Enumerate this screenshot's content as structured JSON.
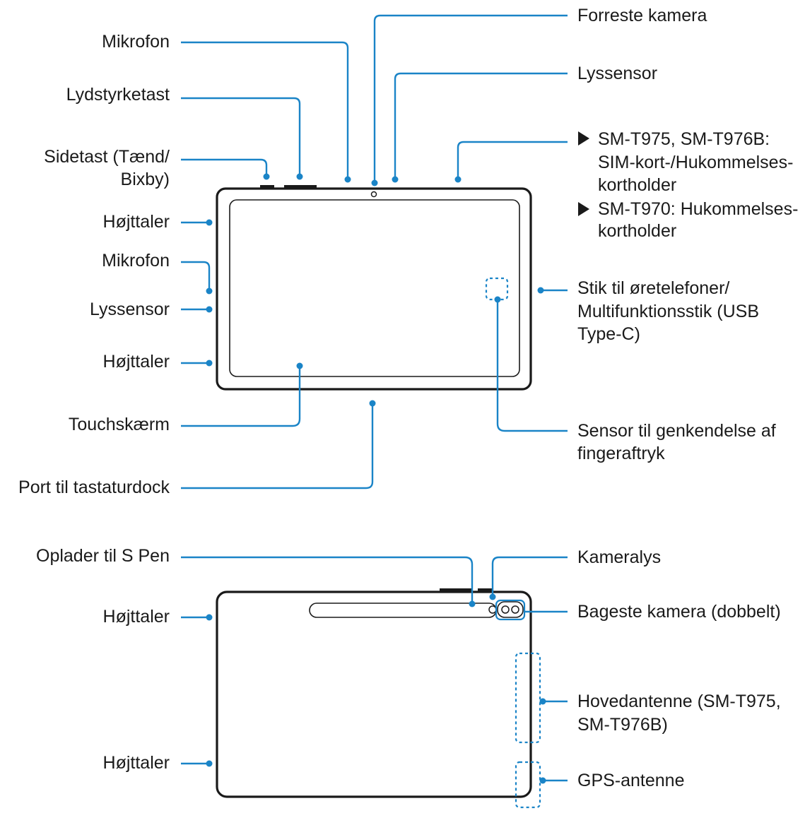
{
  "front": {
    "labels_left": {
      "mikrofon_top": "Mikrofon",
      "lydstyrketast": "Lydstyrketast",
      "sidetast_line1": "Sidetast (Tænd/",
      "sidetast_line2": "Bixby)",
      "hojttaler_top": "Højttaler",
      "mikrofon_side": "Mikrofon",
      "lyssensor_side": "Lyssensor",
      "hojttaler_bottom": "Højttaler",
      "touchskaerm": "Touchskærm",
      "port_tastaturdock": "Port til tastaturdock"
    },
    "labels_right": {
      "forreste_kamera": "Forreste kamera",
      "lyssensor_top": "Lyssensor",
      "sim_line1": "SM-T975, SM-T976B:",
      "sim_line2": "SIM-kort-/Hukommelses-",
      "sim_line3": "kortholder",
      "mem_line1": "SM-T970: Hukommelses-",
      "mem_line2": "kortholder",
      "stik_line1": "Stik til øretelefoner/",
      "stik_line2": "Multifunktionsstik (USB",
      "stik_line3": "Type-C)",
      "sensor_line1": "Sensor til genkendelse af",
      "sensor_line2": "fingeraftryk"
    }
  },
  "back": {
    "labels_left": {
      "oplader": "Oplader til S Pen",
      "hojttaler_top": "Højttaler",
      "hojttaler_bottom": "Højttaler"
    },
    "labels_right": {
      "kameralys": "Kameralys",
      "bageste_kamera": "Bageste kamera (dobbelt)",
      "hovedantenne_line1": "Hovedantenne (SM-T975,",
      "hovedantenne_line2": "SM-T976B)",
      "gps": "GPS-antenne"
    }
  },
  "colors": {
    "accent": "#1a84c7",
    "outline": "#1a1a1a"
  }
}
